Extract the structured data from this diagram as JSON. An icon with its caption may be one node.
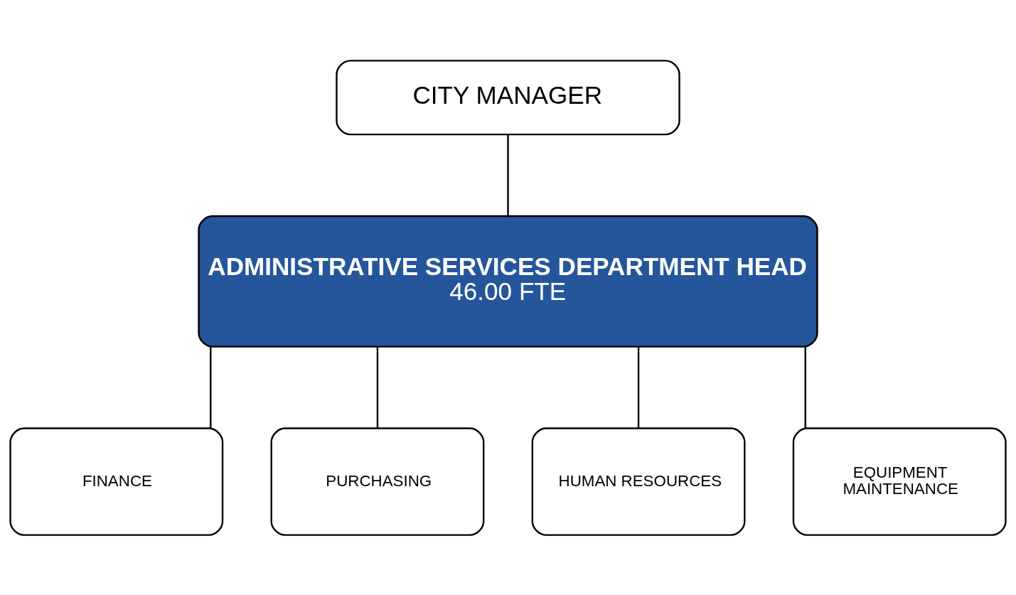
{
  "diagram": {
    "nodes": [
      {
        "text": [
          "CITY MANAGER"
        ]
      },
      {
        "text": [
          "ADMINISTRATIVE SERVICES DEPARTMENT HEAD",
          "46.00 FTE"
        ]
      },
      {
        "text": [
          "FINANCE"
        ]
      },
      {
        "text": [
          "PURCHASING"
        ]
      },
      {
        "text": [
          "HUMAN RESOURCES"
        ]
      },
      {
        "text": [
          "EQUIPMENT MAINTENANCE"
        ]
      }
    ],
    "edges": [
      {
        "from": 0,
        "to": 1,
        "arrow": "none"
      },
      {
        "from": 1,
        "to": 2,
        "arrow": "none"
      },
      {
        "from": 1,
        "to": 3,
        "arrow": "none"
      },
      {
        "from": 1,
        "to": 4,
        "arrow": "none"
      },
      {
        "from": 1,
        "to": 5,
        "arrow": "none"
      }
    ]
  }
}
